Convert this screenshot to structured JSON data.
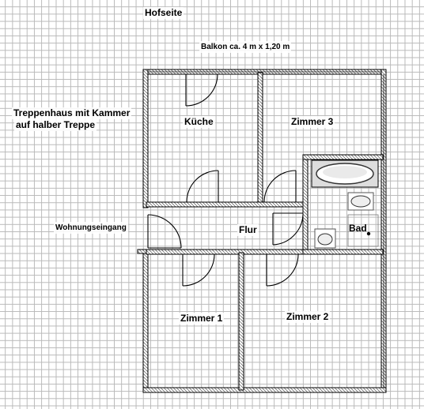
{
  "labels": {
    "hofseite": "Hofseite",
    "balkon": "Balkon ca. 4 m x 1,20 m",
    "treppenhaus_1": "Treppenhaus mit Kammer",
    "treppenhaus_2": "auf halber Treppe",
    "kueche": "Küche",
    "zimmer3": "Zimmer 3",
    "wohnungseingang": "Wohnungseingang",
    "flur": "Flur",
    "bad": "Bad",
    "zimmer1": "Zimmer 1",
    "zimmer2": "Zimmer 2"
  }
}
